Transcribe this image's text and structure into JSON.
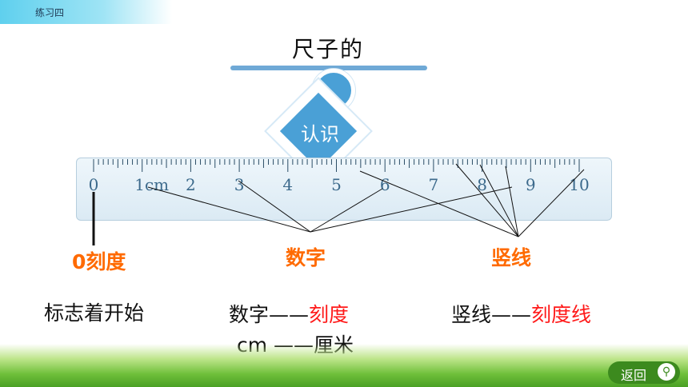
{
  "header": {
    "tab_label": "练习四"
  },
  "title": "尺子的",
  "badge": {
    "label": "认识"
  },
  "ruler": {
    "numbers": [
      "0",
      "1cm",
      "2",
      "3",
      "4",
      "5",
      "6",
      "7",
      "8",
      "9",
      "10"
    ],
    "max_cm": 10
  },
  "labels": {
    "zero_scale": "0刻度",
    "numbers": "数字",
    "vertical_lines": "竖线"
  },
  "explanations": {
    "marks_start": "标志着开始",
    "numbers_prefix": "数字——",
    "numbers_suffix": "刻度",
    "cm_prefix": "cm ——",
    "cm_suffix": "厘米",
    "lines_prefix": "竖线——",
    "lines_suffix": "刻度线"
  },
  "footer": {
    "back_label": "返回",
    "back_icon": "magnifier-icon"
  },
  "colors": {
    "accent_blue": "#4aa0d6",
    "orange": "#ff6a00",
    "red": "#ff1a1a",
    "grass": "#6fbf3a"
  }
}
